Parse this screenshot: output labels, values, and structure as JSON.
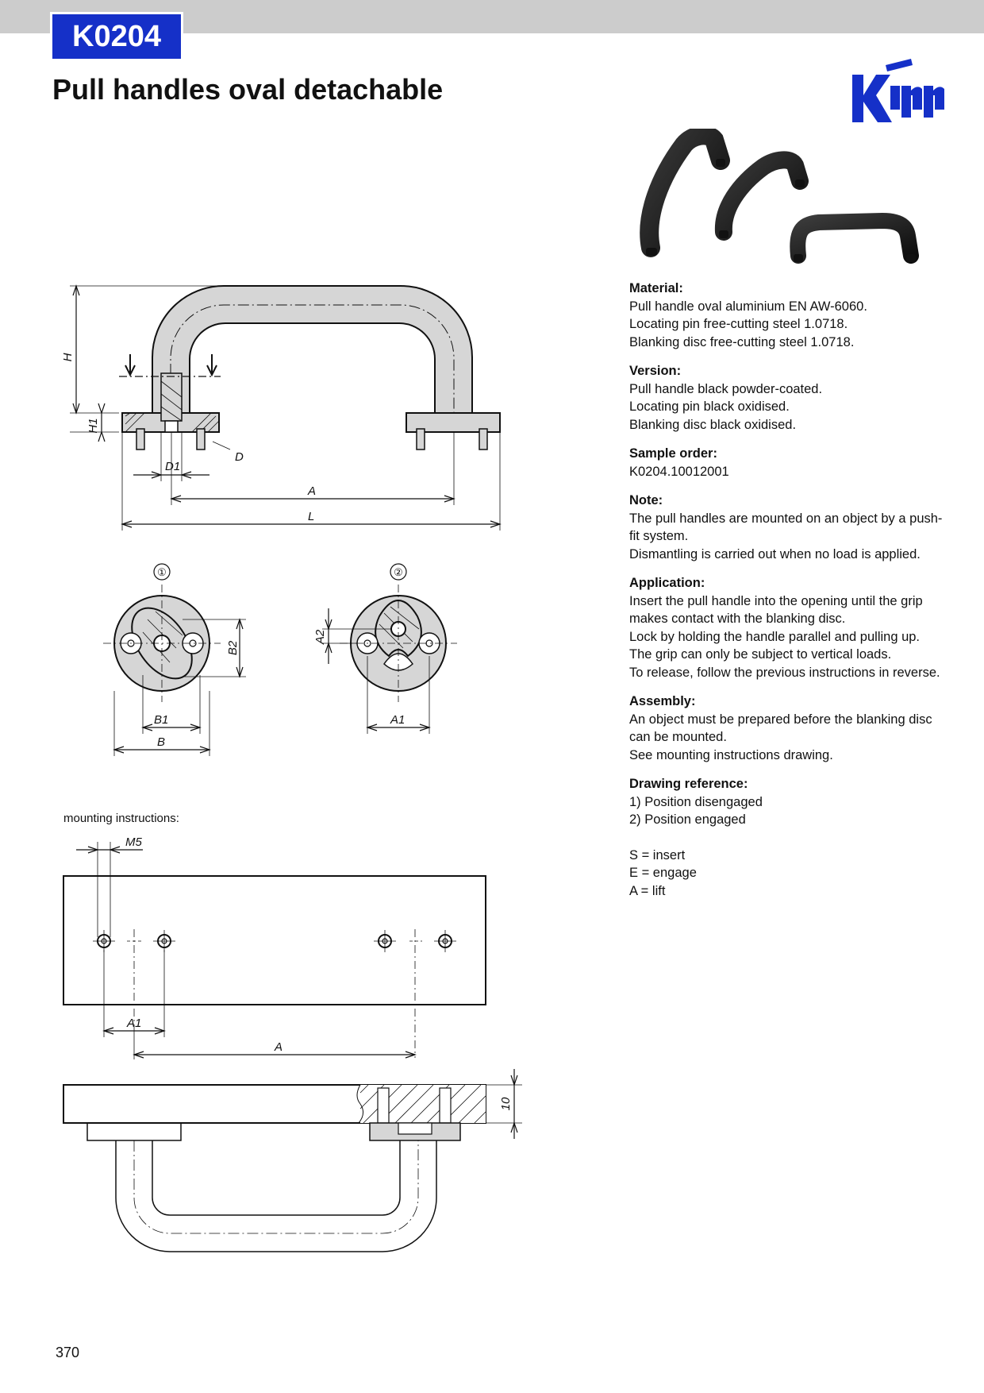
{
  "header": {
    "code": "K0204",
    "title": "Pull handles oval detachable",
    "accent_color": "#1530c8",
    "bar_color": "#cccccc"
  },
  "logo": {
    "text": "Kipp",
    "icon": "kipp-logo-icon"
  },
  "photo": {
    "icon": "pull-handles-photo"
  },
  "drawing": {
    "labels": {
      "H": "H",
      "H1": "H1",
      "D": "D",
      "D1": "D1",
      "A": "A",
      "L": "L",
      "B": "B",
      "B1": "B1",
      "B2": "B2",
      "A1": "A1",
      "A2": "A2",
      "M5": "M5",
      "ten": "10"
    },
    "markers": {
      "pos1": "①",
      "pos2": "②"
    },
    "mounting_label": "mounting instructions:"
  },
  "info": {
    "material": {
      "heading": "Material:",
      "lines": [
        "Pull handle oval aluminium EN AW-6060.",
        "Locating pin free-cutting steel 1.0718.",
        "Blanking disc free-cutting steel 1.0718."
      ]
    },
    "version": {
      "heading": "Version:",
      "lines": [
        "Pull handle black powder-coated.",
        "Locating pin black oxidised.",
        "Blanking disc black oxidised."
      ]
    },
    "sample_order": {
      "heading": "Sample order:",
      "lines": [
        "K0204.10012001"
      ]
    },
    "note": {
      "heading": "Note:",
      "lines": [
        "The pull handles are mounted on an object by a push-fit system.",
        "Dismantling is carried out when no load is applied."
      ]
    },
    "application": {
      "heading": "Application:",
      "lines": [
        "Insert the pull handle into the opening until the grip makes contact with the blanking disc.",
        "Lock by holding the handle parallel and pulling up.",
        "The grip can only be subject to vertical loads.",
        "To release, follow the previous instructions in reverse."
      ]
    },
    "assembly": {
      "heading": "Assembly:",
      "lines": [
        "An object must be prepared before the blanking disc can be mounted.",
        "See mounting instructions drawing."
      ]
    },
    "drawing_reference": {
      "heading": "Drawing reference:",
      "lines": [
        "1) Position disengaged",
        "2) Position engaged"
      ]
    },
    "legend": {
      "lines": [
        "S = insert",
        "E = engage",
        "A = lift"
      ]
    }
  },
  "page": {
    "number": "370"
  }
}
